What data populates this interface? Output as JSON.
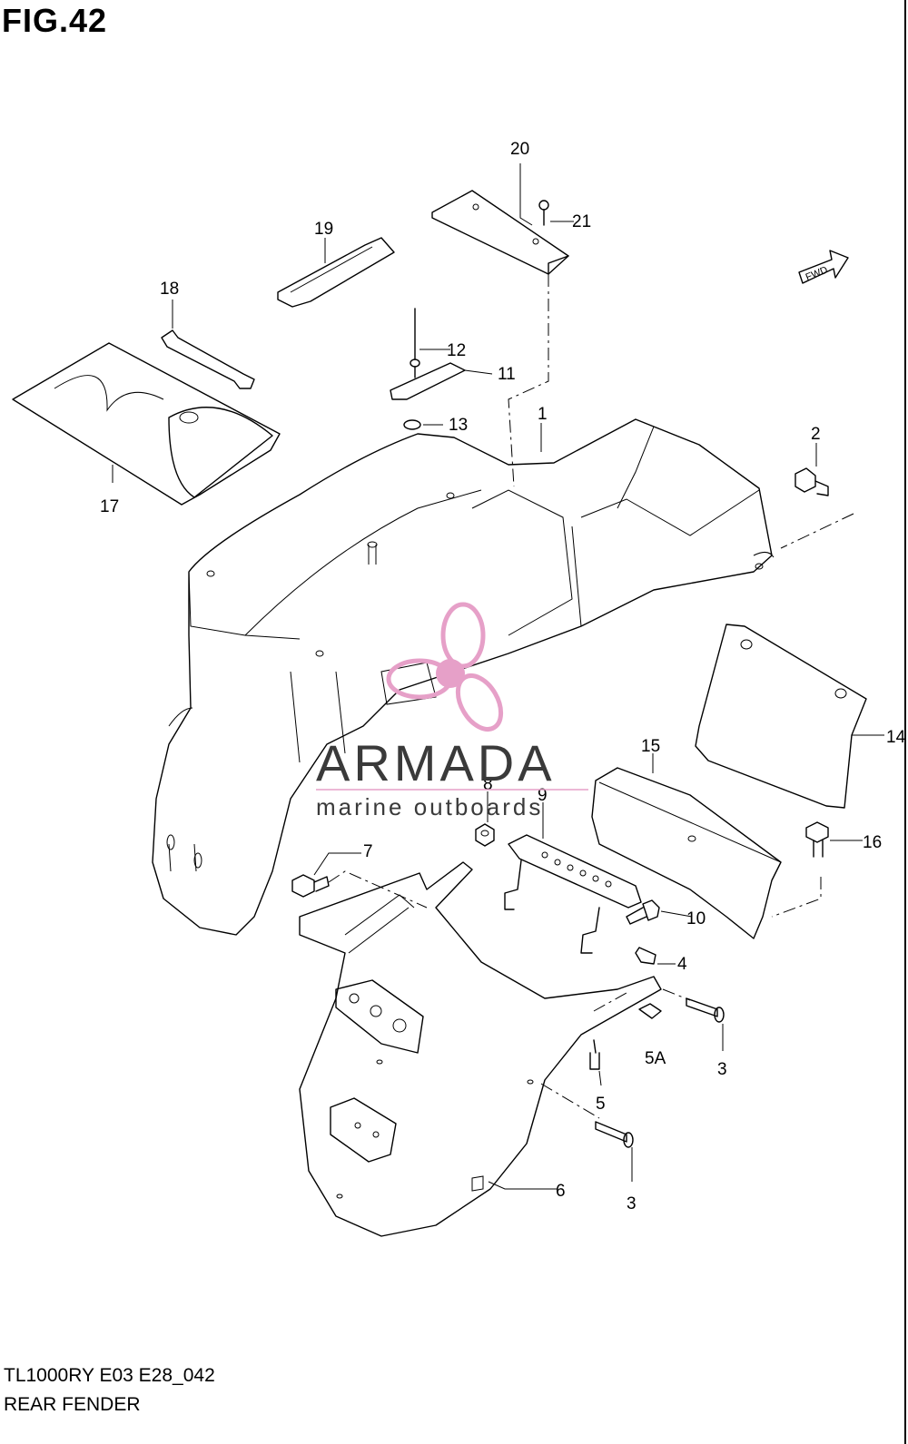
{
  "figure": {
    "title": "FIG.42",
    "model_code": "TL1000RY E03 E28_042",
    "caption": "REAR FENDER"
  },
  "watermark": {
    "name": "ARMADA",
    "tagline": "marine outboards",
    "logo_color": "#e6a0c8"
  },
  "fwd_label": "FWD",
  "callouts": [
    "1",
    "2",
    "3",
    "3",
    "4",
    "5",
    "5A",
    "6",
    "7",
    "8",
    "9",
    "10",
    "11",
    "12",
    "13",
    "14",
    "15",
    "16",
    "17",
    "18",
    "19",
    "20",
    "21"
  ]
}
